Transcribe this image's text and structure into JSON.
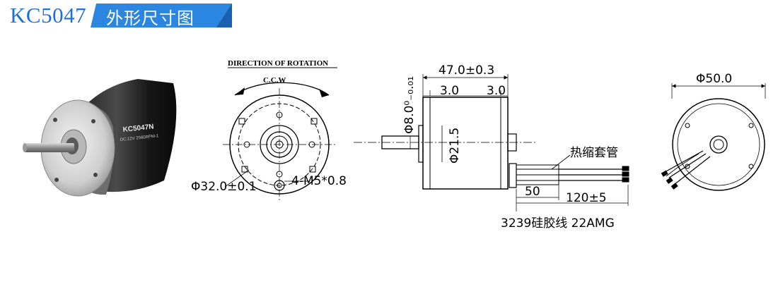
{
  "header": {
    "model": "KC5047",
    "section_title": "外形尺寸图",
    "accent_color": "#1f6fd6",
    "banner_color": "#2a86e0"
  },
  "photo": {
    "label_model": "KC5047N",
    "label_spec": "DC:12V  2560RPM-1"
  },
  "front_view": {
    "rotation_title": "DIRECTION OF ROTATION",
    "rotation_dir": "C.C.W",
    "pcd_dim": "Φ32.0±0.1",
    "screw_dim": "4-M5*0.8"
  },
  "side_view": {
    "length_dim": "47.0±0.3",
    "left_step": "3.0",
    "right_step": "3.0",
    "shaft_dim": "Φ8.0⁰₋₀.₀₁",
    "boss_dim": "Φ21.5",
    "sleeve_label": "热缩套管",
    "sleeve_len": "50",
    "lead_len": "120±5",
    "wire_spec": "3239硅胶线  22AMG"
  },
  "rear_view": {
    "outer_dim": "Φ50.0"
  }
}
